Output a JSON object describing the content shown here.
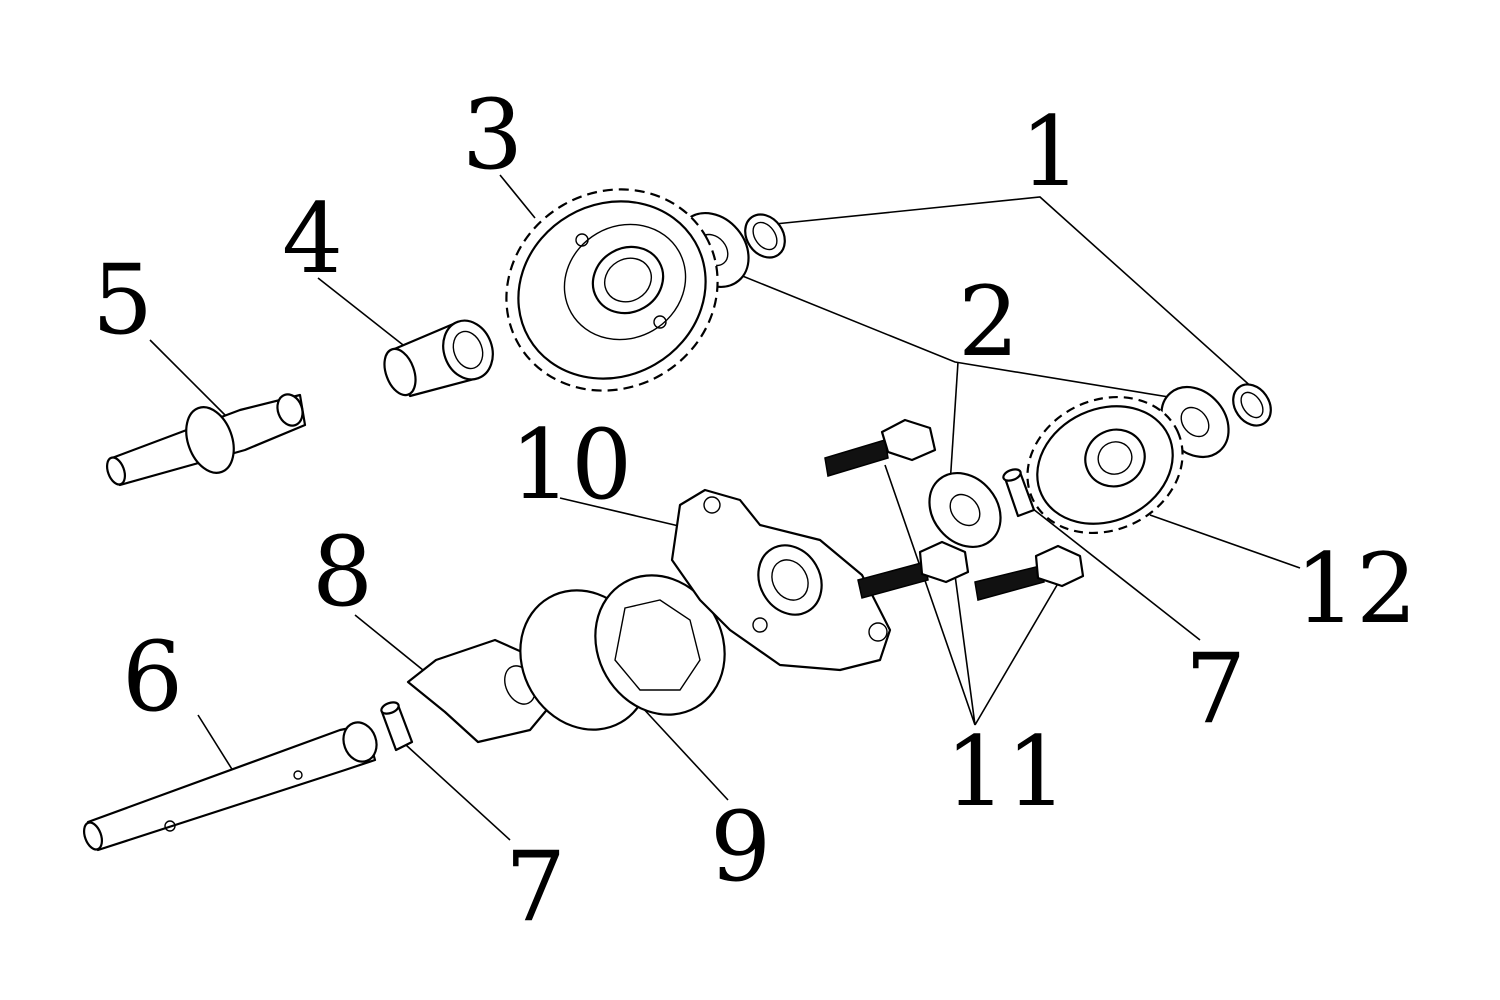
{
  "callouts": {
    "c1": "1",
    "c2": "2",
    "c3": "3",
    "c4": "4",
    "c5": "5",
    "c6": "6",
    "c7a": "7",
    "c7b": "7",
    "c8": "8",
    "c9": "9",
    "c10": "10",
    "c11": "11",
    "c12": "12"
  }
}
